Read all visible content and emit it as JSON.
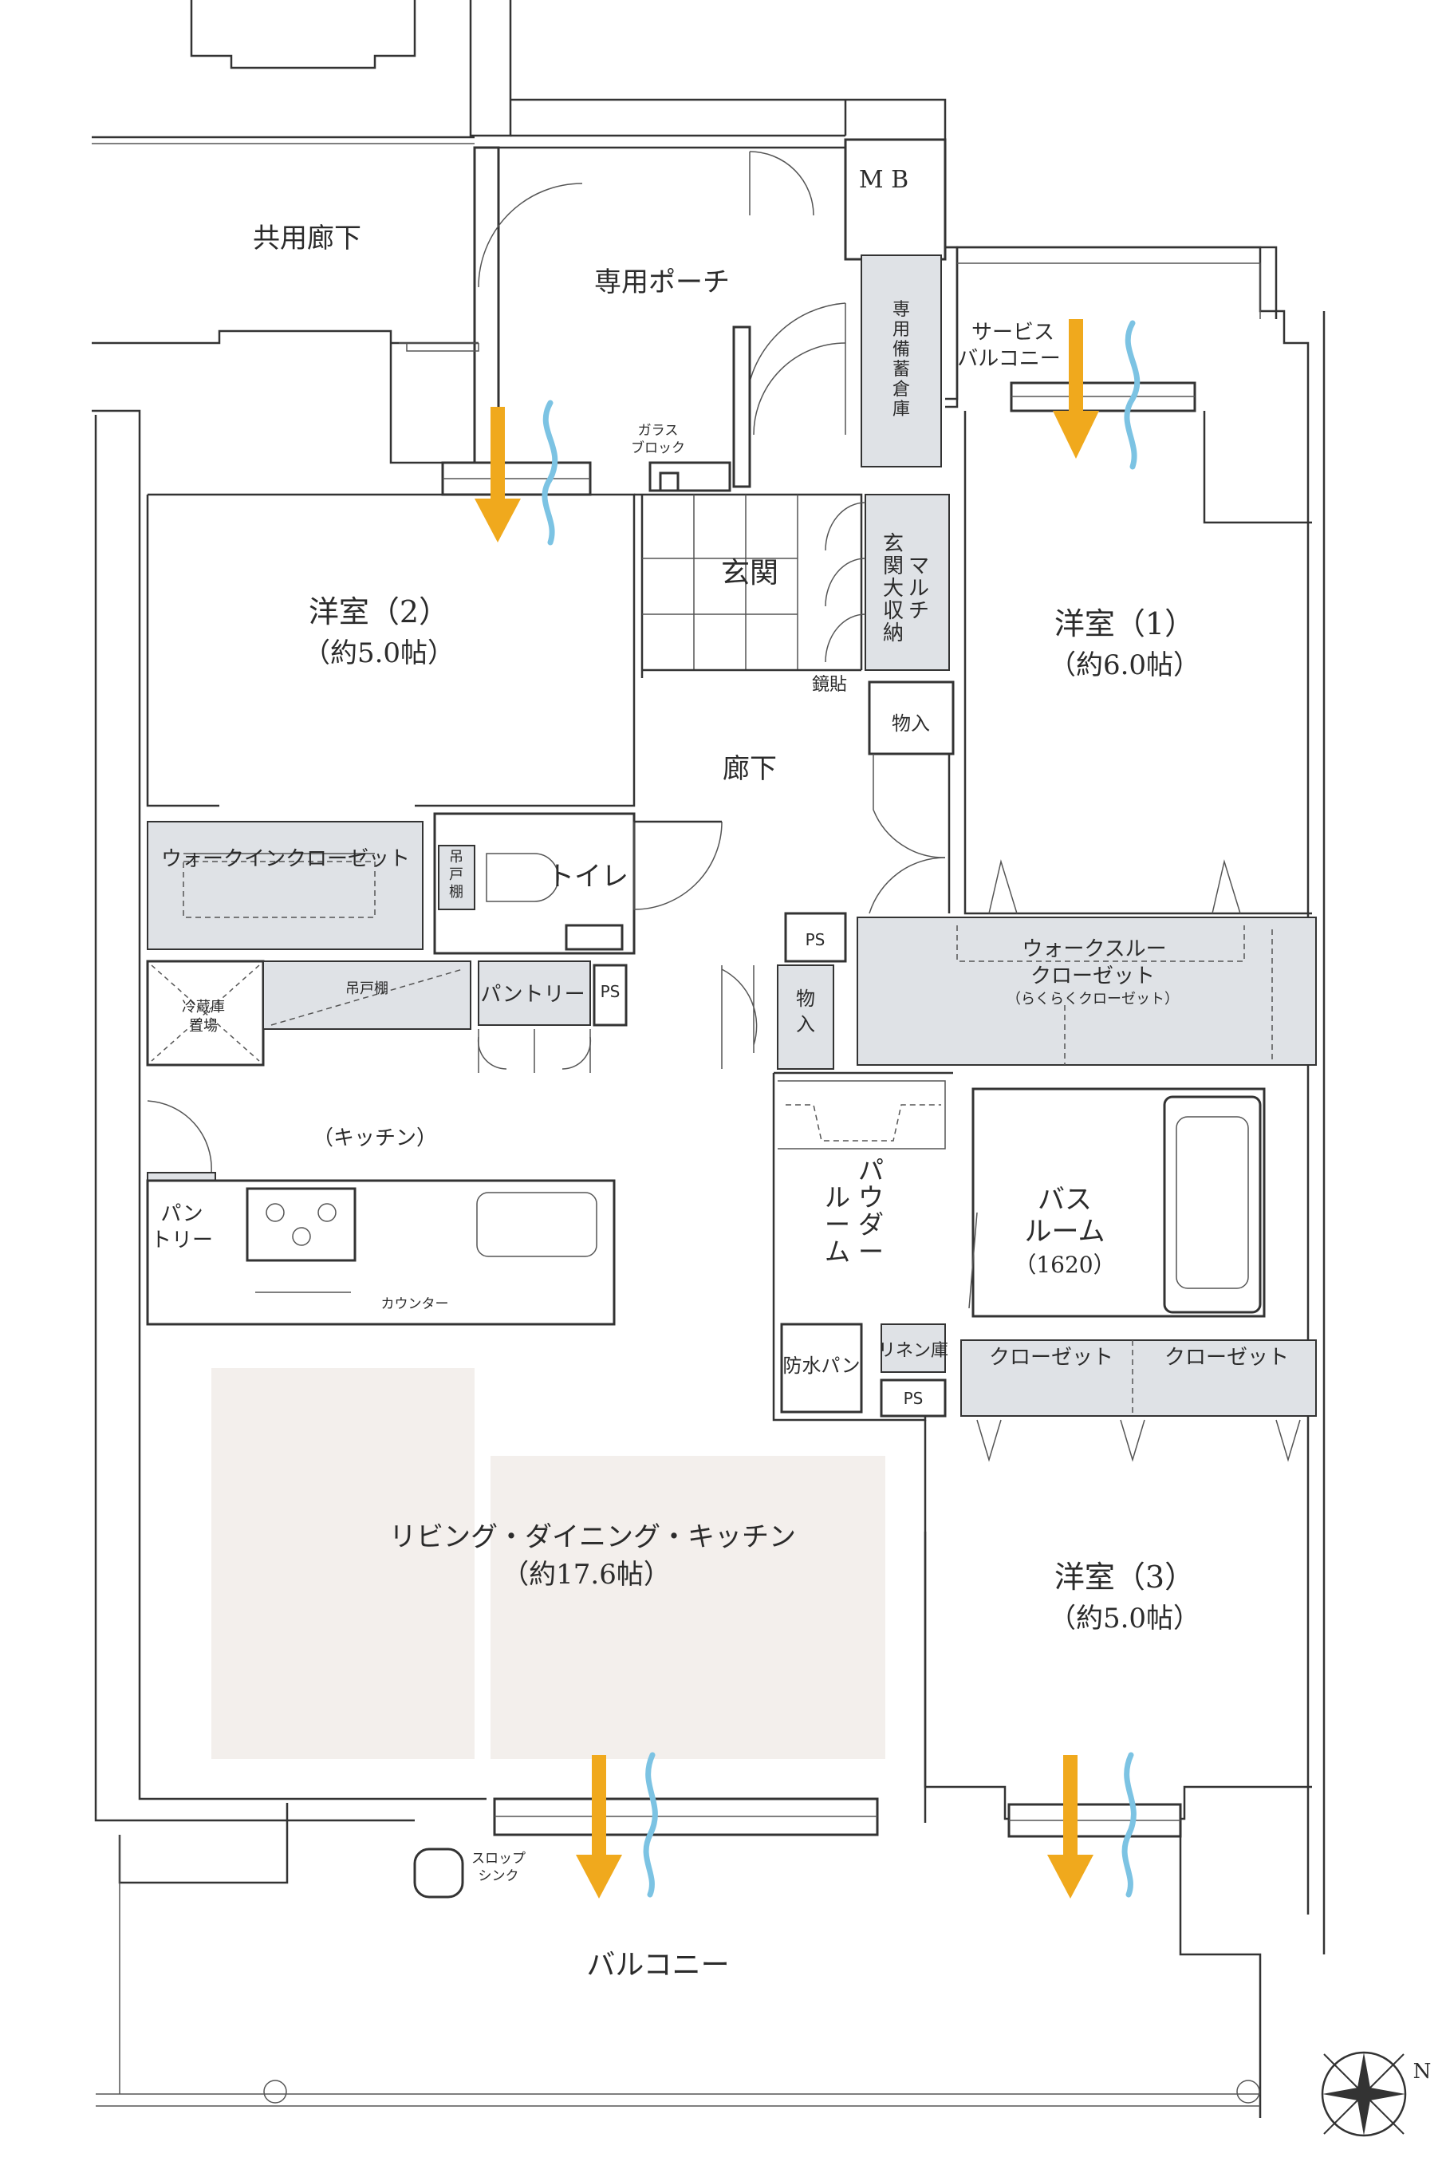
{
  "plan": {
    "rooms": {
      "common_corridor": "共用廊下",
      "private_porch": "専用ポーチ",
      "mb": "M B",
      "private_storage": [
        "専",
        "用",
        "備",
        "蓄",
        "倉",
        "庫"
      ],
      "service_balcony": [
        "サービス",
        "バルコニー"
      ],
      "glass_block": [
        "ガラス",
        "ブロック"
      ],
      "entrance": "玄関",
      "multi_storage": [
        "玄",
        "関",
        "大",
        "収",
        "納"
      ],
      "multi_storage_b": [
        "マ",
        "ル",
        "チ"
      ],
      "mirror": "鏡貼",
      "western2_name": "洋室（2）",
      "western2_size": "（約5.0帖）",
      "western1_name": "洋室（1）",
      "western1_size": "（約6.0帖）",
      "western3_name": "洋室（3）",
      "western3_size": "（約5.0帖）",
      "hallway": "廊下",
      "storage_top": "物入",
      "storage_mid": [
        "物",
        "入"
      ],
      "walkin_closet": "ウォークインクローゼット",
      "toilet": "トイレ",
      "hanging_shelf_toilet": [
        "吊",
        "戸",
        "棚"
      ],
      "walkthrough_closet": [
        "ウォークスルー",
        "クローゼット",
        "（らくらくクローゼット）"
      ],
      "ps": "PS",
      "fridge": [
        "冷蔵庫",
        "置場"
      ],
      "hanging_shelf": "吊戸棚",
      "pantry_top": "パントリー",
      "kitchen": "（キッチン）",
      "pantry_left": [
        "パン",
        "トリー"
      ],
      "counter": "カウンター",
      "powder_room": [
        "パ",
        "ウ",
        "ダ",
        "ー",
        "ル",
        "ー",
        "ム"
      ],
      "bathroom": [
        "バス",
        "ルーム",
        "（1620）"
      ],
      "linen": "リネン庫",
      "waterproof_pan": "防水パン",
      "closet_left": "クローゼット",
      "closet_right": "クローゼット",
      "ldk_name": "リビング・ダイニング・キッチン",
      "ldk_size": "（約17.6帖）",
      "slop_sink": [
        "スロップ",
        "シンク"
      ],
      "balcony": "バルコニー",
      "north": "N"
    },
    "colors": {
      "wind_arrow": "#f0a91d",
      "wind_wave": "#7cc3e3",
      "storage_fill": "#dfe2e6",
      "ldk_zone": "#f3efec"
    }
  }
}
